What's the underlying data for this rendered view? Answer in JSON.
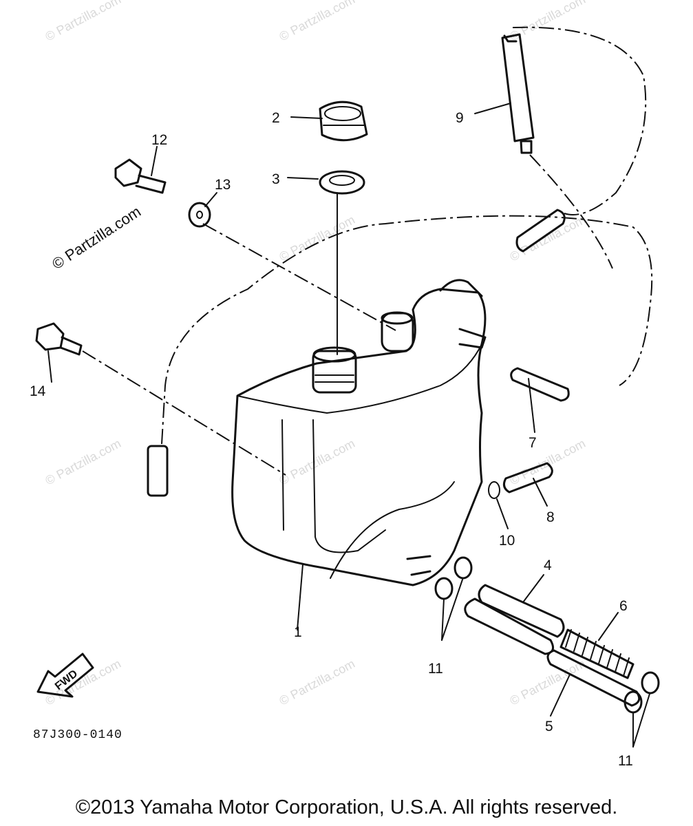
{
  "watermark": "© Partzilla.com",
  "watermark_corner": "© Partzilla.com",
  "diagram_code": "87J300-0140",
  "fwd_label": "FWD",
  "callouts": {
    "c1": "1",
    "c2": "2",
    "c3": "3",
    "c4": "4",
    "c5": "5",
    "c6": "6",
    "c7": "7",
    "c8": "8",
    "c9": "9",
    "c10": "10",
    "c11a": "11",
    "c11b": "11",
    "c12": "12",
    "c13": "13",
    "c14": "14"
  },
  "footer": {
    "copyright": "©2013 Yamaha Motor Corporation, U.S.A. All rights reserved."
  }
}
